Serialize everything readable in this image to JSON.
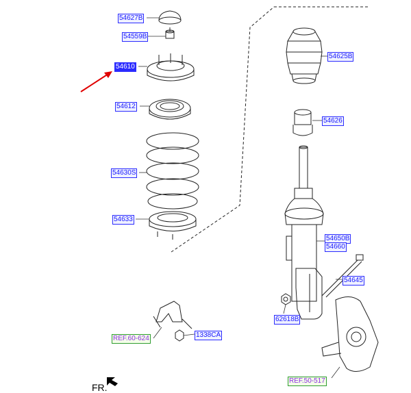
{
  "callouts": {
    "p54627b": "54627B",
    "p54559b": "54559B",
    "p54610": "54610",
    "p54612": "54612",
    "p54630s": "54630S",
    "p54633": "54633",
    "p54625b": "54625B",
    "p54626": "54626",
    "p54650b": "54650B",
    "p54660": "54660",
    "p54645": "54645",
    "p62618b": "62618B",
    "p1338ca": "1338CA",
    "ref60624": "REF.60-624",
    "ref50517": "REF.50-517"
  },
  "front_label": "FR.",
  "colors": {
    "callout_text": "#1a1aff",
    "callout_border": "#2b2bff",
    "selected_fill": "#2b2bff",
    "ref_text": "#8a2be2",
    "ref_underline": "#2e9b2e",
    "pointer_arrow": "#e00000"
  },
  "icons": {
    "front_direction": "arrow-up-left-icon",
    "pointer": "red-arrow-icon"
  },
  "selected_part": "54610"
}
